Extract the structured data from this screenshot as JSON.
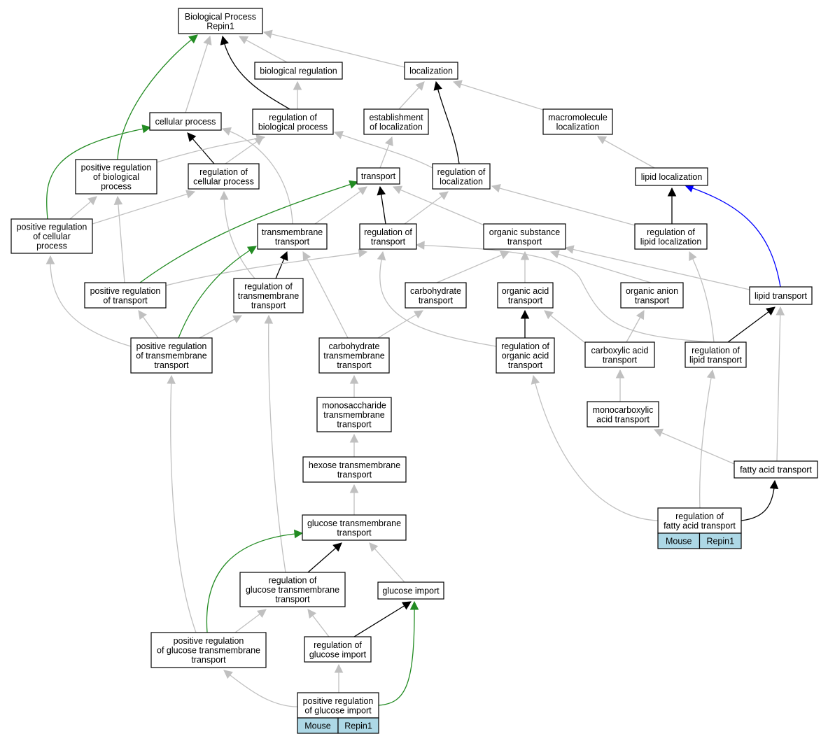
{
  "colors": {
    "is_a": "#c0c0c0",
    "part_of": "#000000",
    "positively_regulates": "#228b22",
    "regulates_blue": "#0000ff",
    "annotation_cell": "#add8e6"
  },
  "nodes": {
    "bp": [
      "Biological Process",
      "Repin1"
    ],
    "biolreg": [
      "biological regulation"
    ],
    "localization": [
      "localization"
    ],
    "cellproc": [
      "cellular process"
    ],
    "regbio": [
      "regulation of",
      "biological process"
    ],
    "estloc": [
      "establishment",
      "of localization"
    ],
    "macroloc": [
      "macromolecule",
      "localization"
    ],
    "posregbio": [
      "positive regulation",
      "of biological",
      "process"
    ],
    "regcell": [
      "regulation of",
      "cellular process"
    ],
    "transport": [
      "transport"
    ],
    "regloc": [
      "regulation of",
      "localization"
    ],
    "lipidloc": [
      "lipid localization"
    ],
    "posregcell": [
      "positive regulation",
      "of cellular",
      "process"
    ],
    "tmtransport": [
      "transmembrane",
      "transport"
    ],
    "regtransport": [
      "regulation of",
      "transport"
    ],
    "orgsubst": [
      "organic substance",
      "transport"
    ],
    "reglipidloc": [
      "regulation of",
      "lipid localization"
    ],
    "posregtransport": [
      "positive regulation",
      "of transport"
    ],
    "regtm": [
      "regulation of",
      "transmembrane",
      "transport"
    ],
    "carbotr": [
      "carbohydrate",
      "transport"
    ],
    "orgacid": [
      "organic acid",
      "transport"
    ],
    "organion": [
      "organic anion",
      "transport"
    ],
    "lipidtr": [
      "lipid transport"
    ],
    "posregtm": [
      "positive regulation",
      "of transmembrane",
      "transport"
    ],
    "carbotm": [
      "carbohydrate",
      "transmembrane",
      "transport"
    ],
    "regorgacid": [
      "regulation of",
      "organic acid",
      "transport"
    ],
    "carboxyl": [
      "carboxylic acid",
      "transport"
    ],
    "reglipidtr": [
      "regulation of",
      "lipid transport"
    ],
    "monosacch": [
      "monosaccharide",
      "transmembrane",
      "transport"
    ],
    "monocarb": [
      "monocarboxylic",
      "acid transport"
    ],
    "hexose": [
      "hexose transmembrane",
      "transport"
    ],
    "fattyacid": [
      "fatty acid transport"
    ],
    "regfatty": [
      "regulation of",
      "fatty acid transport"
    ],
    "glucosetm": [
      "glucose transmembrane",
      "transport"
    ],
    "regglucosetm": [
      "regulation of",
      "glucose transmembrane",
      "transport"
    ],
    "glucoseimp": [
      "glucose import"
    ],
    "posregglucosetm": [
      "positive regulation",
      "of glucose transmembrane",
      "transport"
    ],
    "regglucoseimp": [
      "regulation of",
      "glucose import"
    ],
    "posregglucoseimp": [
      "positive regulation",
      "of glucose import"
    ]
  },
  "annotations": {
    "regfatty": [
      "Mouse",
      "Repin1"
    ],
    "posregglucoseimp": [
      "Mouse",
      "Repin1"
    ]
  }
}
